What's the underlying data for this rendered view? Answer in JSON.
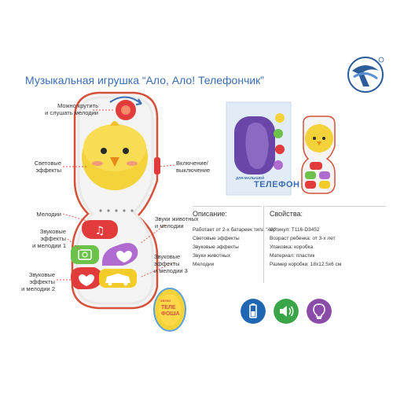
{
  "title": "Музыкальная игрушка “Ало, Ало! Телефончик”",
  "callouts": {
    "spin": "Можно крутить\nи слушать мелодии",
    "light": "Световые\nэффекты",
    "power": "Включение/\nвыключение",
    "melodies": "Мелодии",
    "animals": "Звуки животных\nи мелодии",
    "sound1": "Звуковые\nэффекты\nи мелодии 1",
    "sound3": "Звуковые\nэффекты\nи мелодии 3",
    "sound2": "Звуковые\nэффекты\nи мелодии 2"
  },
  "box": {
    "text_small": "ДЛЯ МАЛЫШЕЙ",
    "text_big": "ТЕЛЕФОН"
  },
  "badge": {
    "line1": "ЗВУКИ",
    "line2": "ТЕЛЕ",
    "line3": "ФОША"
  },
  "description": {
    "heading": "Описание:",
    "rows": [
      "Работает от 2-х батареек типа “АА”",
      "Световые эффекты",
      "Звуковые эффекты",
      "Звуки животных",
      "Мелодии"
    ]
  },
  "properties": {
    "heading": "Свойства:",
    "rows": [
      "Артикул: T116-D3452",
      "Возраст ребенка: от 3-х лет",
      "Упаковка: коробка",
      "Материал: пластик",
      "Размер коробки: 18x12.5x6 см"
    ]
  },
  "colors": {
    "title": "#3a6db2",
    "phone_body": "#f4f4f4",
    "phone_outline": "#d6513a",
    "chick": "#f4d23a",
    "red_button": "#e23b3b",
    "green_button": "#6cc24a",
    "purple_button": "#b06bd0",
    "yellow_button": "#f4cc2a",
    "icon_battery": "#1f66b3",
    "icon_sound": "#3aa548",
    "icon_light": "#8a4ca8"
  },
  "icons": [
    "battery-icon",
    "sound-icon",
    "light-bulb-icon"
  ]
}
